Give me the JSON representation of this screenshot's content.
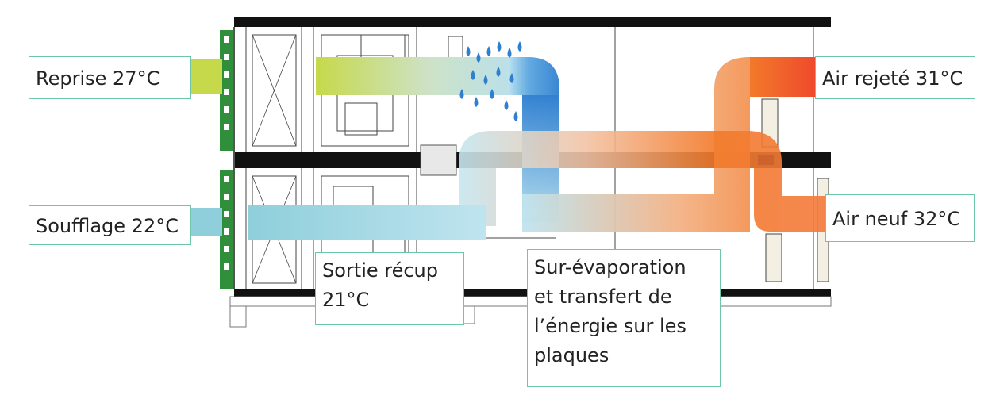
{
  "labels": {
    "reprise": "Reprise 27°C",
    "soufflage": "Soufflage 22°C",
    "air_rejete": "Air rejeté 31°C",
    "air_neuf": "Air neuf 32°C",
    "sortie_recup": [
      "Sortie récup",
      "21°C"
    ],
    "sur_evaporation": [
      "Sur-évaporation",
      "et transfert de",
      "l’énergie sur les",
      "plaques"
    ]
  },
  "colors": {
    "box_border": "#6cc6a9",
    "reprise_flow": "#c6d94a",
    "soufflage_flow": "#8ecfdb",
    "cool_blue": "#2f7fd0",
    "pale_blue": "#bfe4ef",
    "orange": "#f27a2a",
    "red": "#ef4a2c",
    "panel_green": "#2f8f3a"
  }
}
